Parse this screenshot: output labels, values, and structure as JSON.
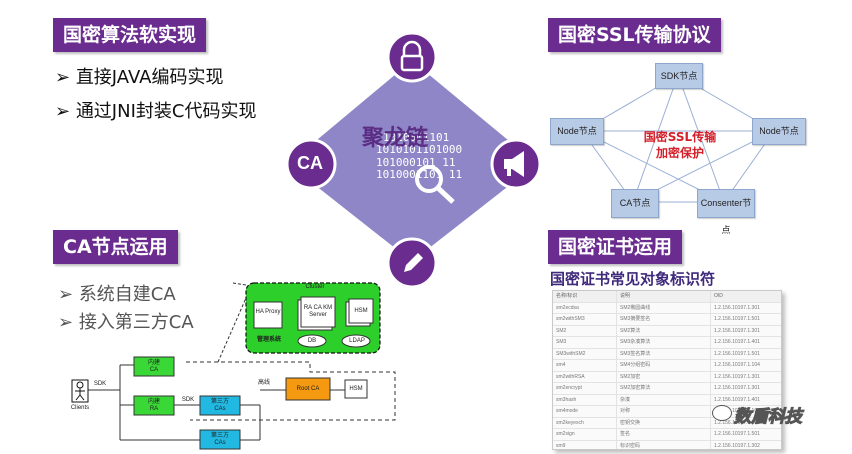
{
  "sections": {
    "algo": {
      "title": "国密算法软实现",
      "bullets": [
        "直接JAVA编码实现",
        "通过JNI封装C代码实现"
      ]
    },
    "ssl": {
      "title": "国密SSL传输协议"
    },
    "ca": {
      "title": "CA节点运用",
      "bullets": [
        "系统自建CA",
        "接入第三方CA"
      ]
    },
    "cert": {
      "title": "国密证书运用",
      "subtitle": "国密证书常见对象标识符"
    }
  },
  "center": {
    "title": "聚龙链",
    "binary": [
      "1010001101",
      "1010101101000",
      "101000101 11",
      "1010001101 11"
    ],
    "ca_label": "CA"
  },
  "ssl_diagram": {
    "nodes": {
      "sdk": "SDK节点",
      "left": "Node节点",
      "right": "Node节点",
      "ca": "CA节点",
      "consenter": "Consenter节点"
    },
    "center_text": [
      "国密SSL传输",
      "加密保护"
    ]
  },
  "ca_diagram": {
    "cluster_label": "Cluster",
    "ha_proxy": "HA Proxy",
    "ra_ca_km": [
      "RA CA KM",
      "Server"
    ],
    "hsm": "HSM",
    "mgmt": "管理系统",
    "db": "DB",
    "ldap": "LDAP",
    "clients": "Clients",
    "sdk": "SDK",
    "inner_ca": [
      "内建",
      "CA"
    ],
    "inner_ra": [
      "内建",
      "RA"
    ],
    "third_ca1": [
      "第三方",
      "CAs"
    ],
    "third_ca2": [
      "第三方",
      "CAs"
    ],
    "root_ca": "Root CA",
    "hsm2": "HSM",
    "high_line": "高线",
    "sdk2": "SDK"
  },
  "cert_table": {
    "headers": [
      "名称/标识",
      "说明",
      "OID"
    ],
    "rows": [
      [
        "sm2ecdsa",
        "SM2椭圆曲线",
        "1.2.156.10197.1.301"
      ],
      [
        "sm2withSM3",
        "SM3摘要签名",
        "1.2.156.10197.1.501"
      ],
      [
        "SM2",
        "SM2算法",
        "1.2.156.10197.1.301"
      ],
      [
        "SM3",
        "SM3杂凑算法",
        "1.2.156.10197.1.401"
      ],
      [
        "SM3withSM2",
        "SM3签名算法",
        "1.2.156.10197.1.501"
      ],
      [
        "sm4",
        "SM4分组密码",
        "1.2.156.10197.1.104"
      ],
      [
        "sm2withRSA",
        "SM2加密",
        "1.2.156.10197.1.301"
      ],
      [
        "sm2encrypt",
        "SM2加密算法",
        "1.2.156.10197.1.301"
      ],
      [
        "sm3hash",
        "杂凑",
        "1.2.156.10197.1.401"
      ],
      [
        "sm4mode",
        "对称",
        "1.2.156.10197.1.104"
      ],
      [
        "sm2keyexch",
        "密钥交换",
        "1.2.156.10197.1.301"
      ],
      [
        "sm2sign",
        "签名",
        "1.2.156.10197.1.501"
      ],
      [
        "sm9",
        "标识密码",
        "1.2.156.10197.1.302"
      ]
    ]
  },
  "watermark": "数盾科技",
  "colors": {
    "purple": "#6a2c8e",
    "diamond": "#8e86c6",
    "green": "#2dbb2a",
    "red": "#d4202a"
  }
}
